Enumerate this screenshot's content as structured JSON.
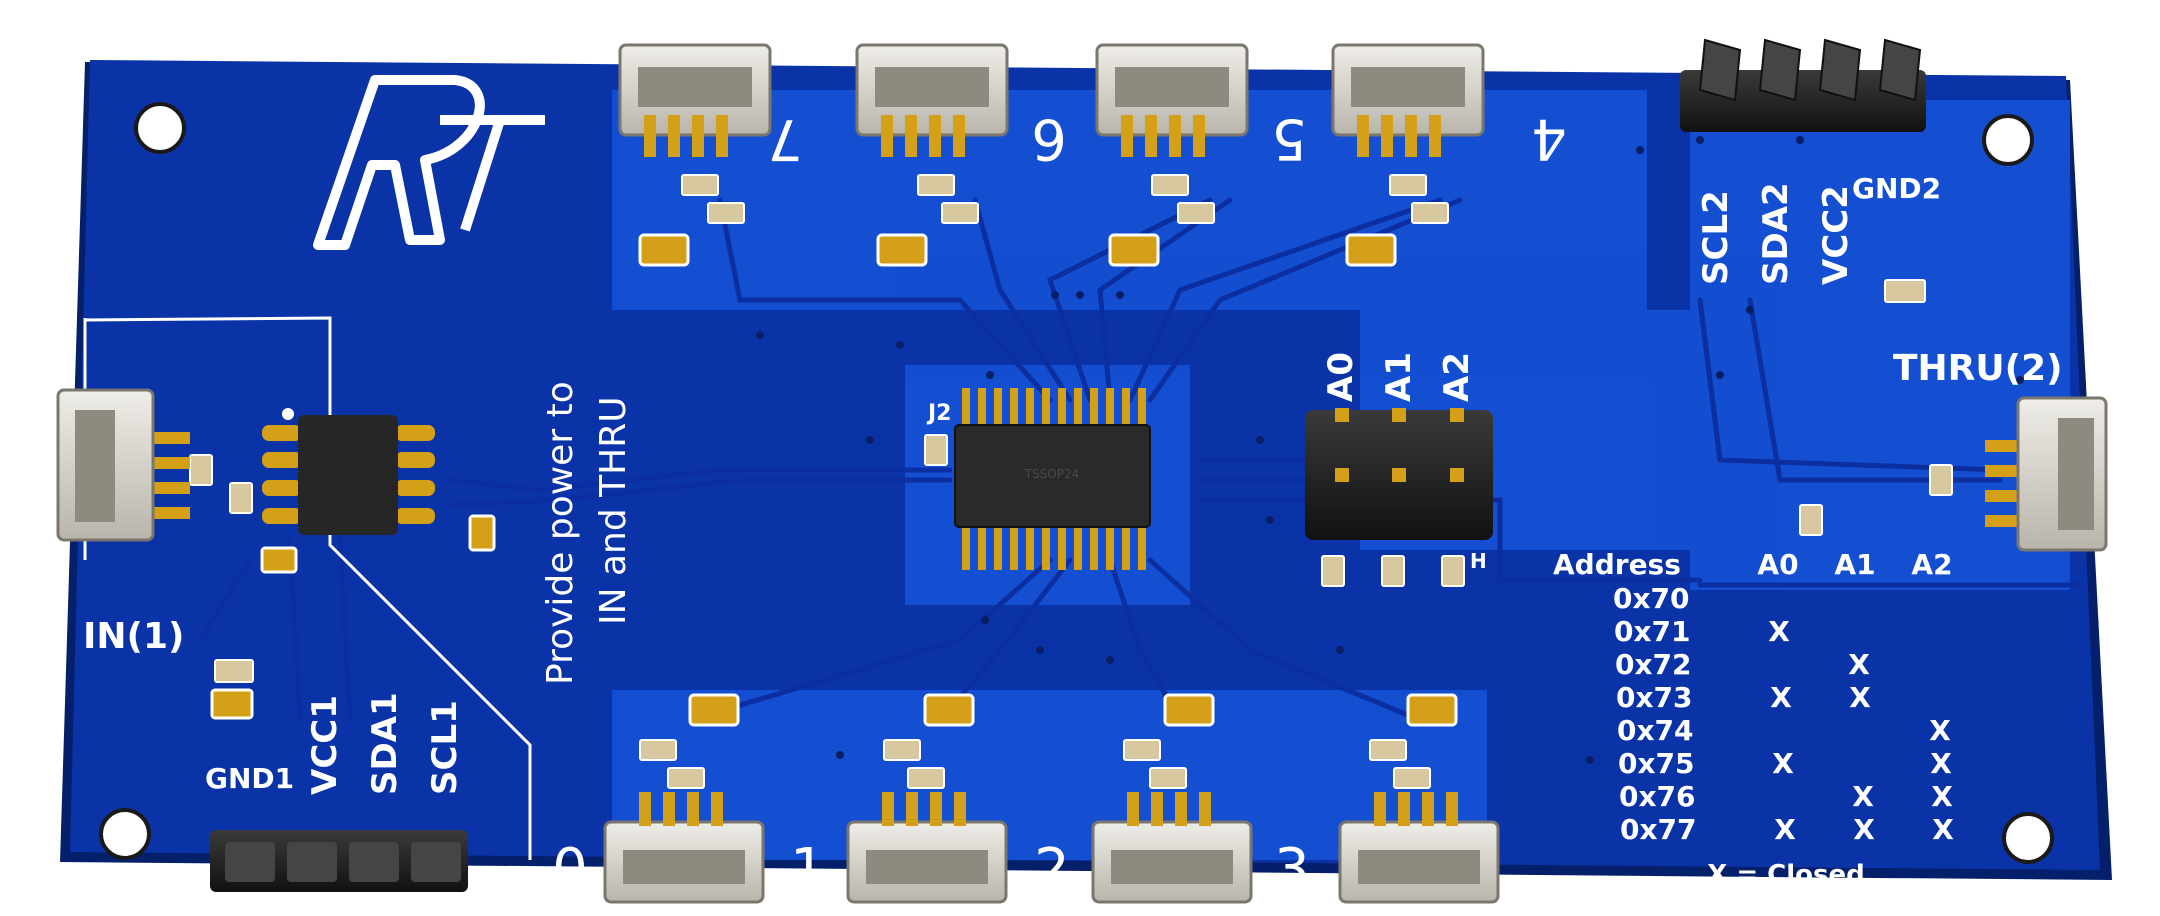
{
  "board": {
    "colors": {
      "pcb": "#0a33a8",
      "pcb_edge": "#05206b",
      "copper_fill": "#1a5ae0",
      "trace": "#0b2fa0",
      "silkscreen": "#ffffff",
      "gold": "#d4a017",
      "connector_body": "#d9d6cf",
      "header_black": "#1e1e1e"
    },
    "logo_text": "RT",
    "ports": {
      "top": [
        "7",
        "6",
        "5",
        "4"
      ],
      "bottom": [
        "0",
        "1",
        "2",
        "3"
      ]
    },
    "in_label": "IN(1)",
    "thru_label": "THRU(2)",
    "in_pins": [
      "GND1",
      "VCC1",
      "SDA1",
      "SCL1"
    ],
    "thru_pins": [
      "SCL2",
      "SDA2",
      "VCC2",
      "GND2"
    ],
    "power_note": [
      "Provide power to",
      "IN and THRU"
    ],
    "chip_ref": "J2",
    "chip_package": "TSSOP24",
    "address_jumpers": [
      "A0",
      "A1",
      "A2"
    ],
    "jumper_ref": "H",
    "address_table": {
      "headers": [
        "Address",
        "A0",
        "A1",
        "A2"
      ],
      "rows": [
        [
          "0x70",
          "",
          "",
          ""
        ],
        [
          "0x71",
          "X",
          "",
          ""
        ],
        [
          "0x72",
          "",
          "X",
          ""
        ],
        [
          "0x73",
          "X",
          "X",
          ""
        ],
        [
          "0x74",
          "",
          "",
          "X"
        ],
        [
          "0x75",
          "X",
          "",
          "X"
        ],
        [
          "0x76",
          "",
          "X",
          "X"
        ],
        [
          "0x77",
          "X",
          "X",
          "X"
        ]
      ],
      "legend": "X = Closed"
    }
  }
}
